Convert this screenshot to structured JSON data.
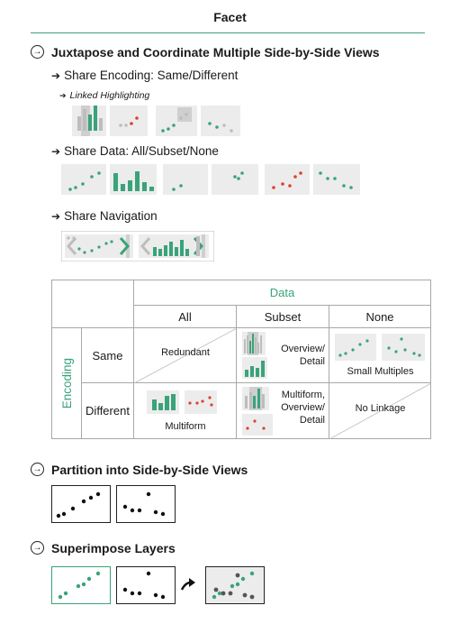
{
  "title": "Facet",
  "juxtapose": {
    "heading": "Juxtapose and Coordinate Multiple Side-by-Side Views",
    "share_encoding": "Share Encoding: Same/Different",
    "linked_highlighting": "Linked Highlighting",
    "share_data": "Share Data: All/Subset/None",
    "share_navigation": "Share Navigation"
  },
  "table": {
    "data_header": "Data",
    "col_all": "All",
    "col_subset": "Subset",
    "col_none": "None",
    "row_group": "Encoding",
    "row_same": "Same",
    "row_different": "Different",
    "cell_redundant": "Redundant",
    "cell_overview_detail_1": "Overview/",
    "cell_overview_detail_2": "Detail",
    "cell_small_multiples": "Small Multiples",
    "cell_multiform": "Multiform",
    "cell_multiform_od_1": "Multiform,",
    "cell_multiform_od_2": "Overview/",
    "cell_multiform_od_3": "Detail",
    "cell_no_linkage": "No Linkage"
  },
  "partition": {
    "heading": "Partition into Side-by-Side Views"
  },
  "superimpose": {
    "heading": "Superimpose Layers"
  },
  "colors": {
    "green": "#3aa37a",
    "red": "#d9442c",
    "gray": "#bdbdbd",
    "panel": "#ececec"
  },
  "icons": [
    "circle-arrow-icon",
    "arrow-right-icon",
    "chevron-left-icon",
    "chevron-right-icon",
    "curved-arrow-icon"
  ]
}
